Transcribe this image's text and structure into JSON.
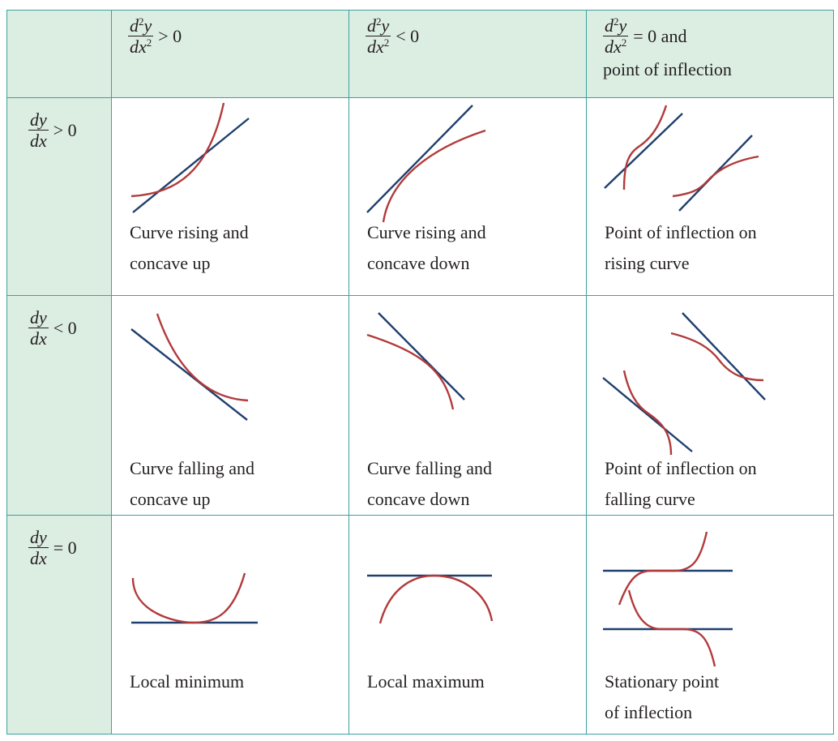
{
  "header": {
    "col1": {
      "num": "d",
      "num_sup": "2",
      "num_tail": "y",
      "den": "dx",
      "den_sup": "2",
      "rel": "> 0"
    },
    "col2": {
      "num": "d",
      "num_sup": "2",
      "num_tail": "y",
      "den": "dx",
      "den_sup": "2",
      "rel": "< 0"
    },
    "col3": {
      "num": "d",
      "num_sup": "2",
      "num_tail": "y",
      "den": "dx",
      "den_sup": "2",
      "rel": "= 0 and",
      "line2": "point of inflection"
    }
  },
  "rows": [
    {
      "num": "dy",
      "den": "dx",
      "rel": "> 0",
      "captions": [
        [
          "Curve rising and",
          "concave up"
        ],
        [
          "Curve rising and",
          "concave down"
        ],
        [
          "Point of inflection on",
          "rising curve"
        ]
      ]
    },
    {
      "num": "dy",
      "den": "dx",
      "rel": "< 0",
      "captions": [
        [
          "Curve falling and",
          "concave up"
        ],
        [
          "Curve falling and",
          "concave down"
        ],
        [
          "Point of inflection on",
          "falling curve"
        ]
      ]
    },
    {
      "num": "dy",
      "den": "dx",
      "rel": "= 0",
      "captions": [
        [
          "Local minimum",
          ""
        ],
        [
          "Local maximum",
          ""
        ],
        [
          "Stationary point",
          "of inflection"
        ]
      ]
    }
  ],
  "colors": {
    "border": "#3aa3a0",
    "header_fill": "#dcede2",
    "tangent": "#1f3f6e",
    "curve": "#b23a3a"
  }
}
